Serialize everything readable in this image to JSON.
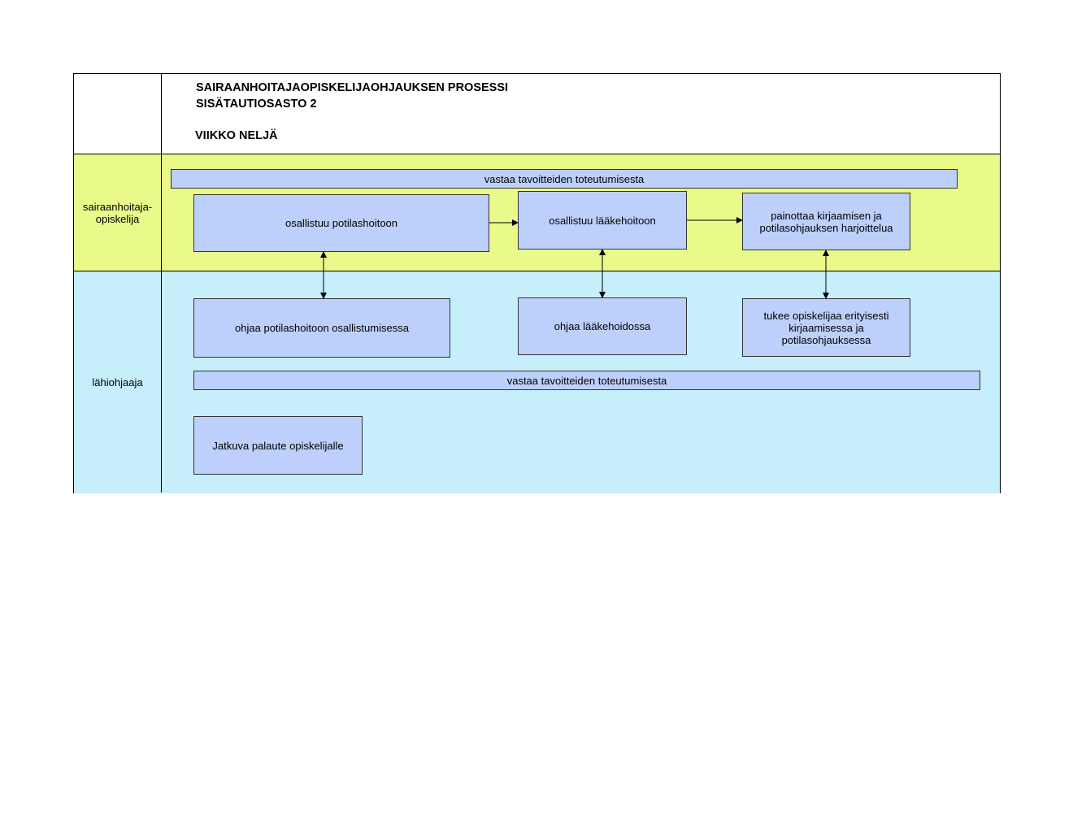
{
  "header": {
    "title_line1": "SAIRAANHOITAJAOPISKELIJAOHJAUKSEN PROSESSI",
    "title_line2": "SISÄTAUTIOSASTO 2",
    "week": "VIIKKO NELJÄ"
  },
  "lanes": {
    "student": "sairaanhoitaja-\nopiskelija",
    "mentor": "lähiohjaaja"
  },
  "student_boxes": {
    "goals": "vastaa tavoitteiden toteutumisesta",
    "patient_care": "osallistuu potilashoitoon",
    "medication": "osallistuu lääkehoitoon",
    "documentation": "painottaa kirjaamisen ja potilasohjauksen harjoittelua"
  },
  "mentor_boxes": {
    "guides_patient_care": "ohjaa potilashoitoon osallistumisessa",
    "guides_medication": "ohjaa lääkehoidossa",
    "supports_documentation": "tukee opiskelijaa erityisesti kirjaamisessa ja potilasohjauksessa",
    "goals": "vastaa tavoitteiden toteutumisesta",
    "feedback": "Jatkuva palaute opiskelijalle"
  },
  "colors": {
    "student_lane": "#e9f98a",
    "mentor_lane": "#c6eefb",
    "box_fill": "#bdd0fc"
  }
}
